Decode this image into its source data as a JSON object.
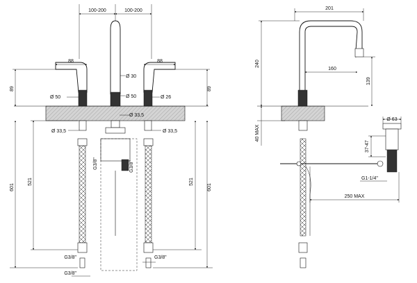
{
  "front_view": {
    "dims": {
      "spacing_left": "100-200",
      "spacing_right": "100-200",
      "handle_left_width": "88",
      "handle_right_width": "88",
      "height_left": "89",
      "height_right": "89",
      "dia_spout": "Ø 30",
      "dia_handle_left": "Ø 50",
      "dia_spout_base": "Ø 50",
      "dia_handle_right": "Ø 26",
      "dia_33_center": "Ø 33,5",
      "dia_33_left": "Ø 33,5",
      "dia_33_right": "Ø 33,5",
      "hose_left": "521",
      "hose_right": "521",
      "total_left": "601",
      "total_right": "601",
      "thread_waste": "G3/8\"",
      "thread_waste_right": "G3/8\"",
      "thread_left_upper": "G3/8\"",
      "thread_left_lower": "G3/8\"",
      "thread_right_upper": "G3/8\""
    }
  },
  "side_view": {
    "dims": {
      "reach": "201",
      "height": "240",
      "spout_inner": "160",
      "spout_drop": "139",
      "max_thickness": "40 MAX",
      "waste_dia": "Ø 63",
      "waste_range": "37-47",
      "waste_thread": "G1-1/4\"",
      "rod_max": "250 MAX"
    }
  }
}
